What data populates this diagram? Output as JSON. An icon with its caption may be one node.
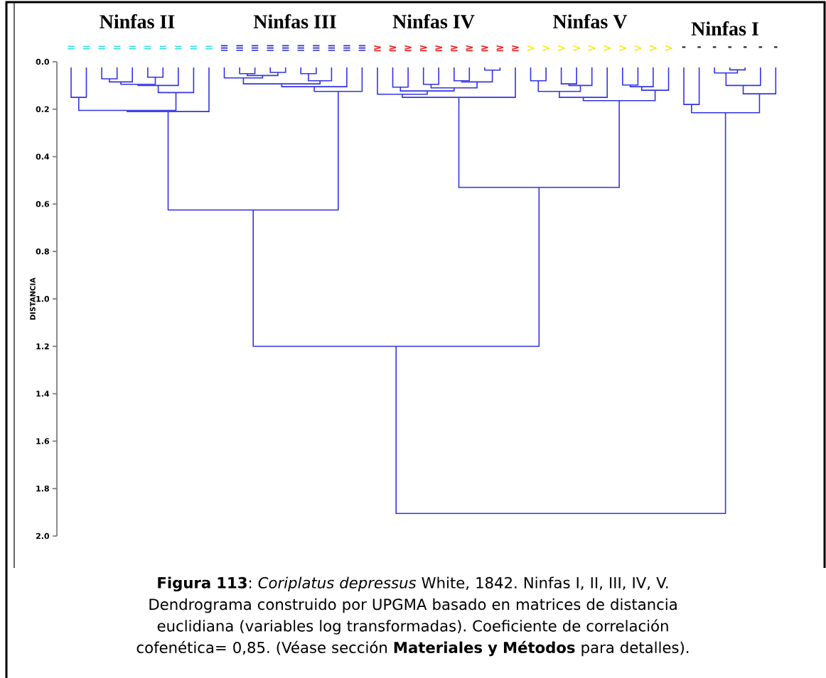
{
  "diagram": {
    "caption": "**Figura 113**: *Coriplatus depressus* White, 1842. Ninfas I, II, III, IV, V. Dendrograma construido por UPGMA basado en matrices de distancia euclidiana (variables log transformadas). Coeficiente de correlación cofenética= 0,85. (Véase sección **Materiales y Métodos** para detalles).",
    "labels": [
      "Ninfas II",
      "Ninfas III",
      "Ninfas IV",
      "Ninfas V",
      "Ninfas I",
      "=",
      "=",
      "=",
      "=",
      "=",
      "=",
      "=",
      "=",
      "=",
      "=",
      "≡",
      "≡",
      "≡",
      "≡",
      "≡",
      "≡",
      "≡",
      "≡",
      "≡",
      "≡",
      "≥",
      "≥",
      "≥",
      "≥",
      "≥",
      "≥",
      "≥",
      "≥",
      "≥",
      "≥",
      ">",
      ">",
      ">",
      ">",
      ">",
      ">",
      ">",
      ">",
      ">",
      ">",
      "-",
      "-",
      "-",
      "-",
      "-",
      "-",
      "-",
      "0.0",
      "0.2",
      "0.4",
      "0.6",
      "0.8",
      "1.0",
      "1.2",
      "1.4",
      "1.6",
      "1.8",
      "2.0",
      "DISTANCIA"
    ]
  }
}
